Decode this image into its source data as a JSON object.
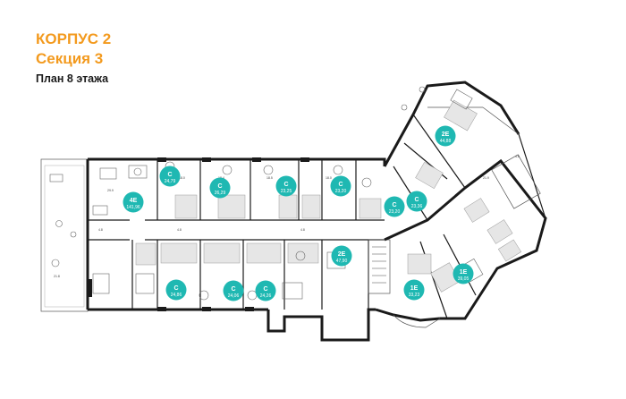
{
  "header": {
    "building": "КОРПУС 2",
    "section": "Секция 3",
    "floor_plan": "План 8 этажа"
  },
  "colors": {
    "accent": "#f39a1e",
    "apartment_badge": "#1fb8b2",
    "walls": "#1a1a1a"
  },
  "apartments": [
    {
      "type": "4Е",
      "area": "141,96"
    },
    {
      "type": "С",
      "area": "24,79"
    },
    {
      "type": "С",
      "area": "26,29"
    },
    {
      "type": "С",
      "area": "23,25"
    },
    {
      "type": "С",
      "area": "23,20"
    },
    {
      "type": "С",
      "area": "23,20"
    },
    {
      "type": "С",
      "area": "23,36"
    },
    {
      "type": "2Е",
      "area": "44,88"
    },
    {
      "type": "С",
      "area": "24,86"
    },
    {
      "type": "С",
      "area": "24,06"
    },
    {
      "type": "С",
      "area": "24,26"
    },
    {
      "type": "2Е",
      "area": "47,90"
    },
    {
      "type": "1Е",
      "area": "33,23"
    },
    {
      "type": "1Е",
      "area": "39,05"
    }
  ]
}
